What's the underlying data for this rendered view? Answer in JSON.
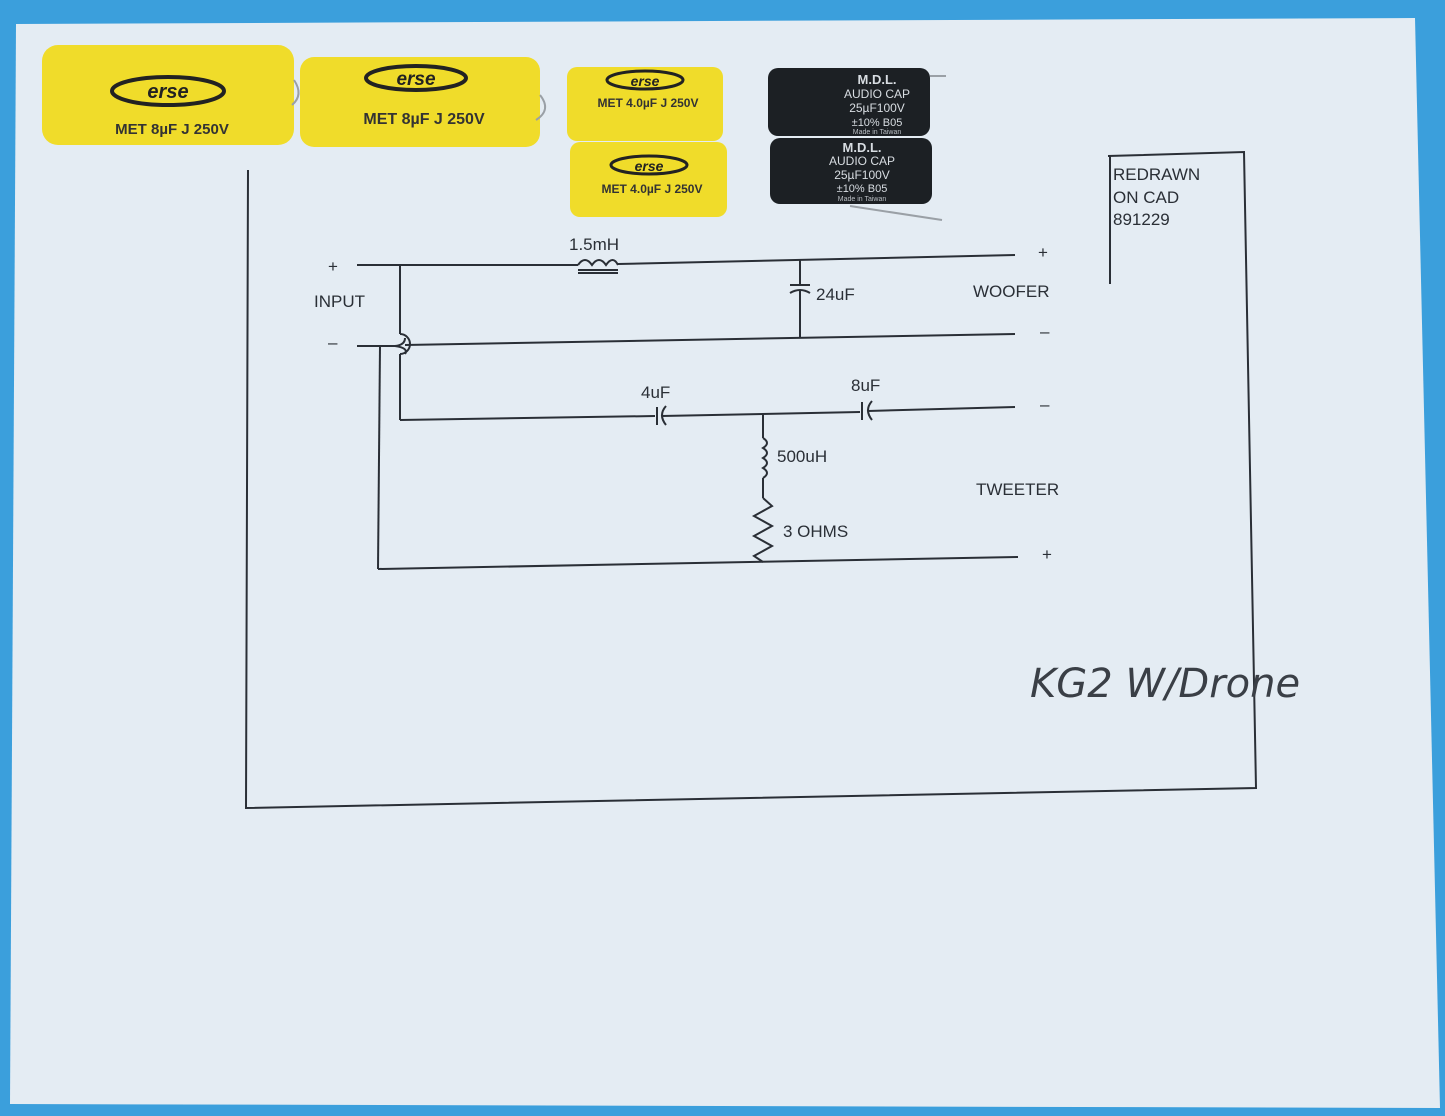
{
  "capacitors": {
    "yellow": [
      {
        "brand": "erse",
        "marking": "MET 8µF J 250V"
      },
      {
        "brand": "erse",
        "marking": "MET 8µF J 250V"
      },
      {
        "brand": "erse",
        "marking": "MET 4.0µF J 250V"
      },
      {
        "brand": "erse",
        "marking": "MET 4.0µF J 250V"
      }
    ],
    "black": [
      {
        "brand": "M.D.L.",
        "line1": "AUDIO CAP",
        "line2": "25µF100V",
        "line3": "±10% B05",
        "line4": "Made in Taiwan"
      },
      {
        "brand": "M.D.L.",
        "line1": "AUDIO CAP",
        "line2": "25µF100V",
        "line3": "±10% B05",
        "line4": "Made in Taiwan"
      }
    ]
  },
  "schematic": {
    "input_label": "INPUT",
    "input_plus": "+",
    "input_minus": "–",
    "inductor_main": "1.5mH",
    "cap_woofer": "24uF",
    "woofer_label": "WOOFER",
    "woofer_plus": "+",
    "woofer_minus": "–",
    "cap_tweeter_1": "4uF",
    "cap_tweeter_2": "8uF",
    "inductor_tweeter": "500uH",
    "resistor": "3 OHMS",
    "tweeter_label": "TWEETER",
    "tweeter_minus": "–",
    "tweeter_plus": "+"
  },
  "title_block": {
    "line1": "REDRAWN",
    "line2": "ON CAD",
    "line3": "891229"
  },
  "handwritten_note": "KG2 W/Drone",
  "colors": {
    "background": "#3b9fdc",
    "paper": "#e4ecf3",
    "yellow_cap": "#f0dc2a",
    "black_cap": "#1c2024",
    "ink": "#2a2f36"
  }
}
